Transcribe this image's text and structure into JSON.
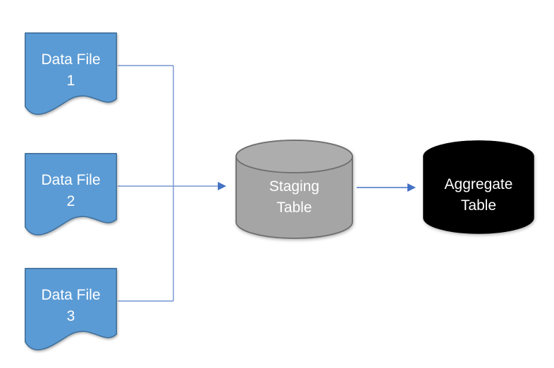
{
  "diagram": {
    "background": "#FFFFFF",
    "colors": {
      "data_file_fill": "#5B9BD5",
      "data_file_border": "#41719C",
      "staging_fill": "#A5A5A5",
      "staging_border": "#6E6E6E",
      "aggregate_fill": "#000000",
      "connector_line": "#7595D2",
      "connector_arrow": "#4472C4",
      "label_text": "#FFFFFF"
    },
    "nodes": {
      "data_file_1": {
        "line1": "Data File",
        "line2": "1",
        "shape": "document"
      },
      "data_file_2": {
        "line1": "Data File",
        "line2": "2",
        "shape": "document"
      },
      "data_file_3": {
        "line1": "Data File",
        "line2": "3",
        "shape": "document"
      },
      "staging_table": {
        "line1": "Staging",
        "line2": "Table",
        "shape": "cylinder"
      },
      "aggregate_table": {
        "line1": "Aggregate",
        "line2": "Table",
        "shape": "cylinder"
      }
    },
    "connections": [
      {
        "from": "data_file_1",
        "to": "staging_table"
      },
      {
        "from": "data_file_2",
        "to": "staging_table"
      },
      {
        "from": "data_file_3",
        "to": "staging_table"
      },
      {
        "from": "staging_table",
        "to": "aggregate_table"
      }
    ]
  }
}
